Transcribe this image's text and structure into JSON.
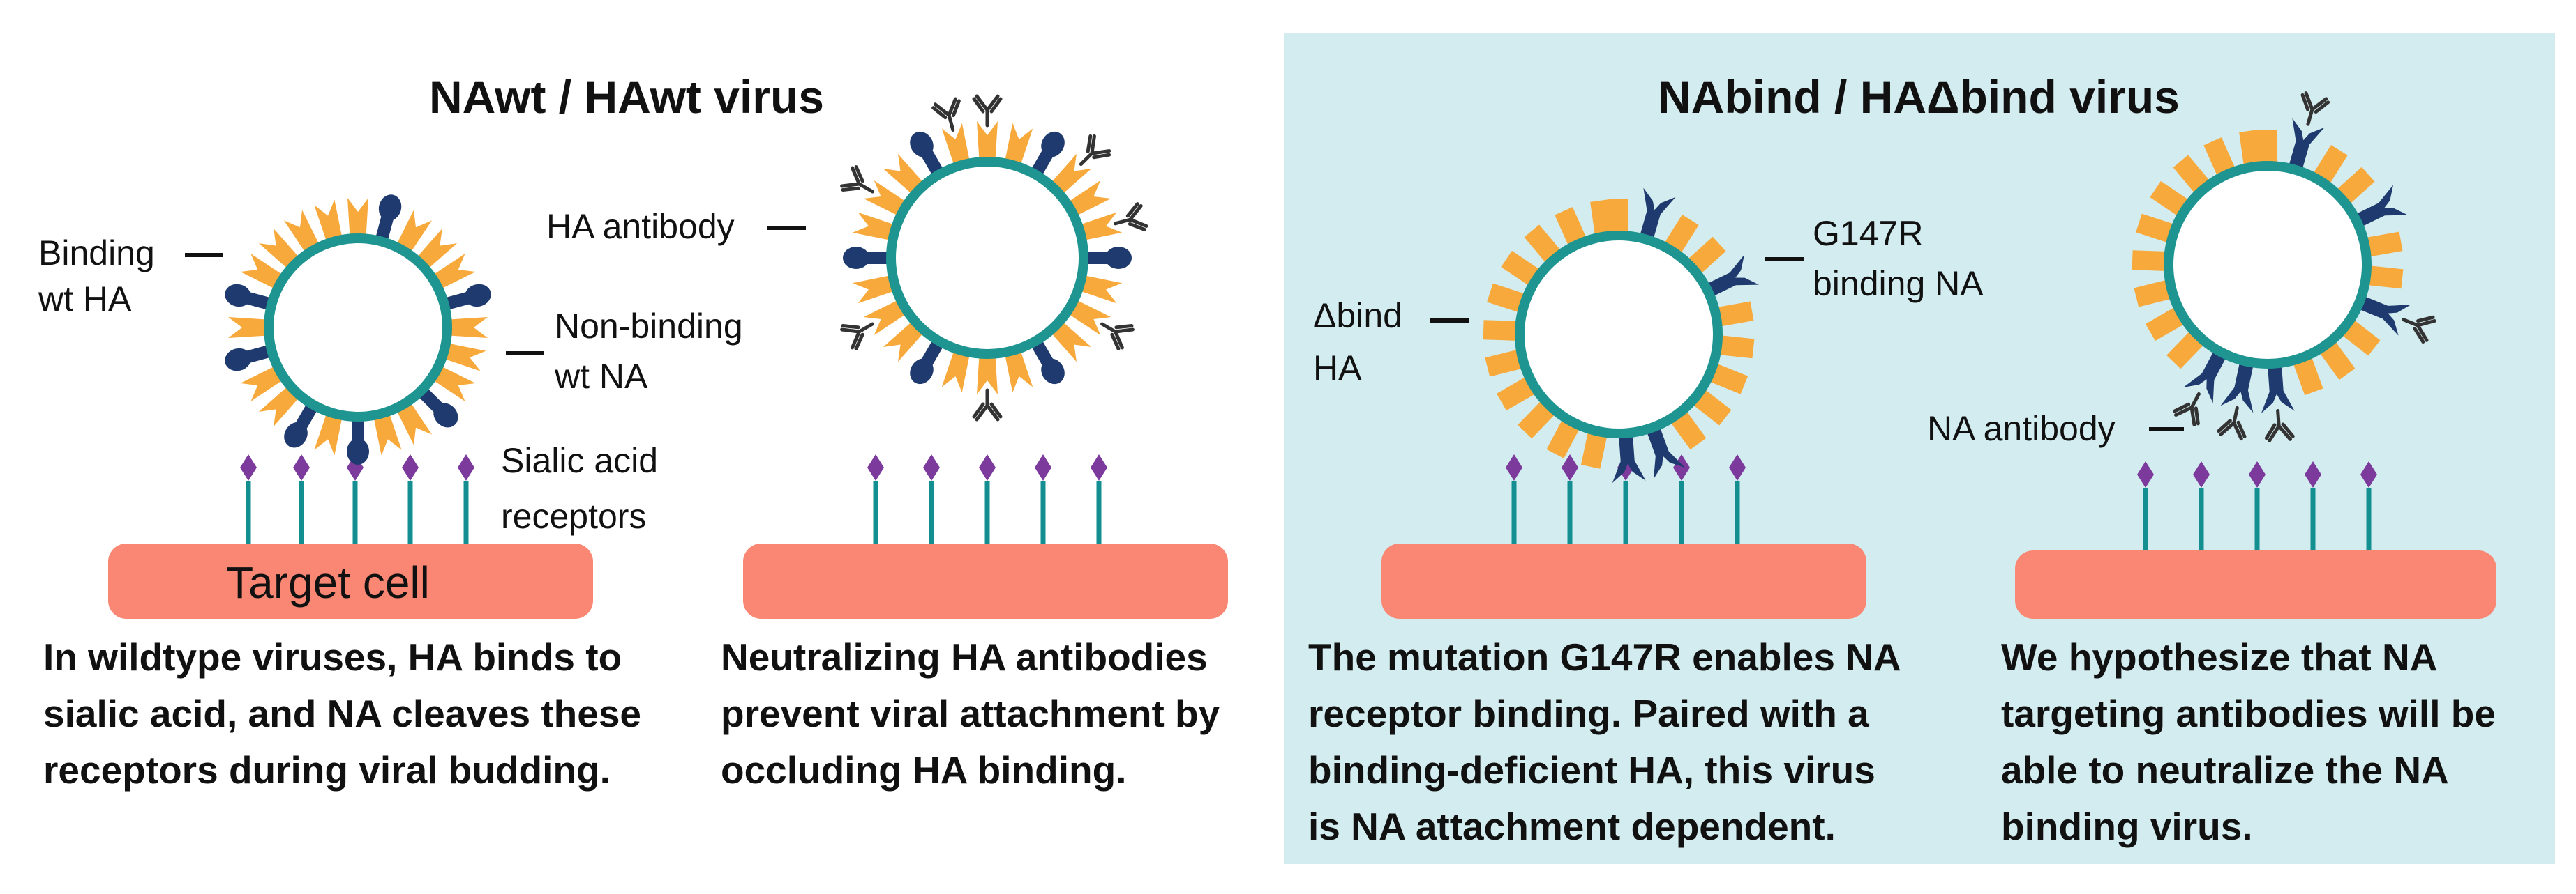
{
  "colors": {
    "panel_bg": "#d3ecef",
    "membrane": "#1e9590",
    "ha": "#f8a93c",
    "na": "#1f3a6e",
    "receptor_stem": "#138f91",
    "receptor_head": "#7b3a9c",
    "cell": "#f98773",
    "antibody": "#333333"
  },
  "left_panel": {
    "title": "NAwt / HAwt virus",
    "labels": {
      "binding_wt_ha": [
        "Binding",
        "wt HA"
      ],
      "non_binding_wt_na": [
        "Non-binding",
        "wt NA"
      ],
      "sialic_acid": [
        "Sialic acid",
        "receptors"
      ],
      "target_cell": "Target cell",
      "ha_antibody": "HA antibody"
    },
    "captions": {
      "a": [
        "In wildtype viruses, HA binds to",
        "sialic acid, and NA cleaves these",
        "receptors during viral budding."
      ],
      "b": [
        "Neutralizing HA antibodies",
        "prevent viral attachment by",
        "occluding HA binding."
      ]
    }
  },
  "right_panel": {
    "title": "NAbind / HAΔbind virus",
    "labels": {
      "g147r": [
        "G147R",
        "binding NA"
      ],
      "dbind_ha": [
        "Δbind",
        "HA"
      ],
      "na_antibody": "NA antibody"
    },
    "captions": {
      "c": [
        "The mutation G147R enables NA",
        "receptor binding. Paired with a",
        "binding-deficient HA, this virus",
        "is NA attachment dependent."
      ],
      "d": [
        "We hypothesize that NA",
        "targeting antibodies will be",
        "able to neutralize the NA",
        "binding virus."
      ]
    }
  }
}
